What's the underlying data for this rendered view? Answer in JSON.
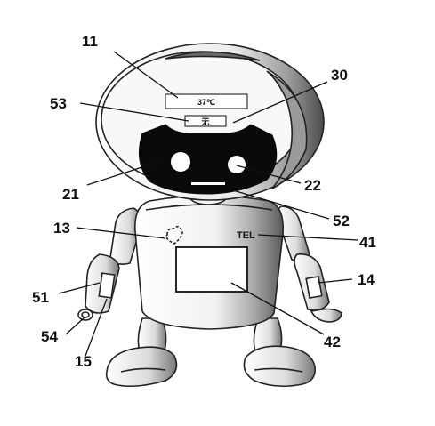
{
  "head_display": {
    "temperature": "37℃",
    "status": "无"
  },
  "chest_label": "TEL",
  "reference_numerals": {
    "n11": "11",
    "n30": "30",
    "n53": "53",
    "n21": "21",
    "n22": "22",
    "n52": "52",
    "n13": "13",
    "n41": "41",
    "n14": "14",
    "n51": "51",
    "n42": "42",
    "n54": "54",
    "n15": "15"
  }
}
